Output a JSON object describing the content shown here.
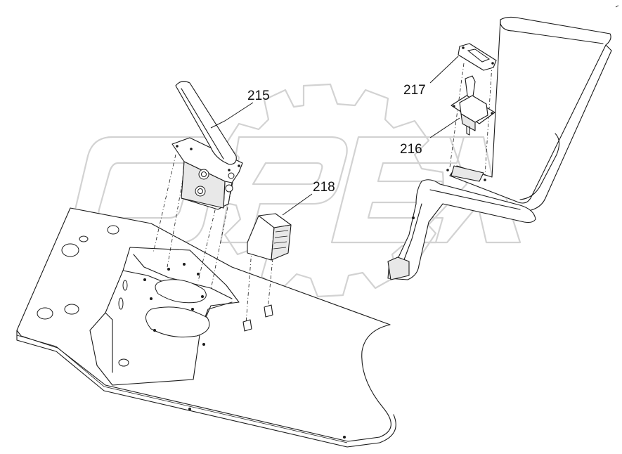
{
  "watermark": {
    "text": "OPEX"
  },
  "callouts": [
    {
      "id": "215",
      "label": "215"
    },
    {
      "id": "216",
      "label": "216"
    },
    {
      "id": "217",
      "label": "217"
    },
    {
      "id": "218",
      "label": "218"
    }
  ]
}
